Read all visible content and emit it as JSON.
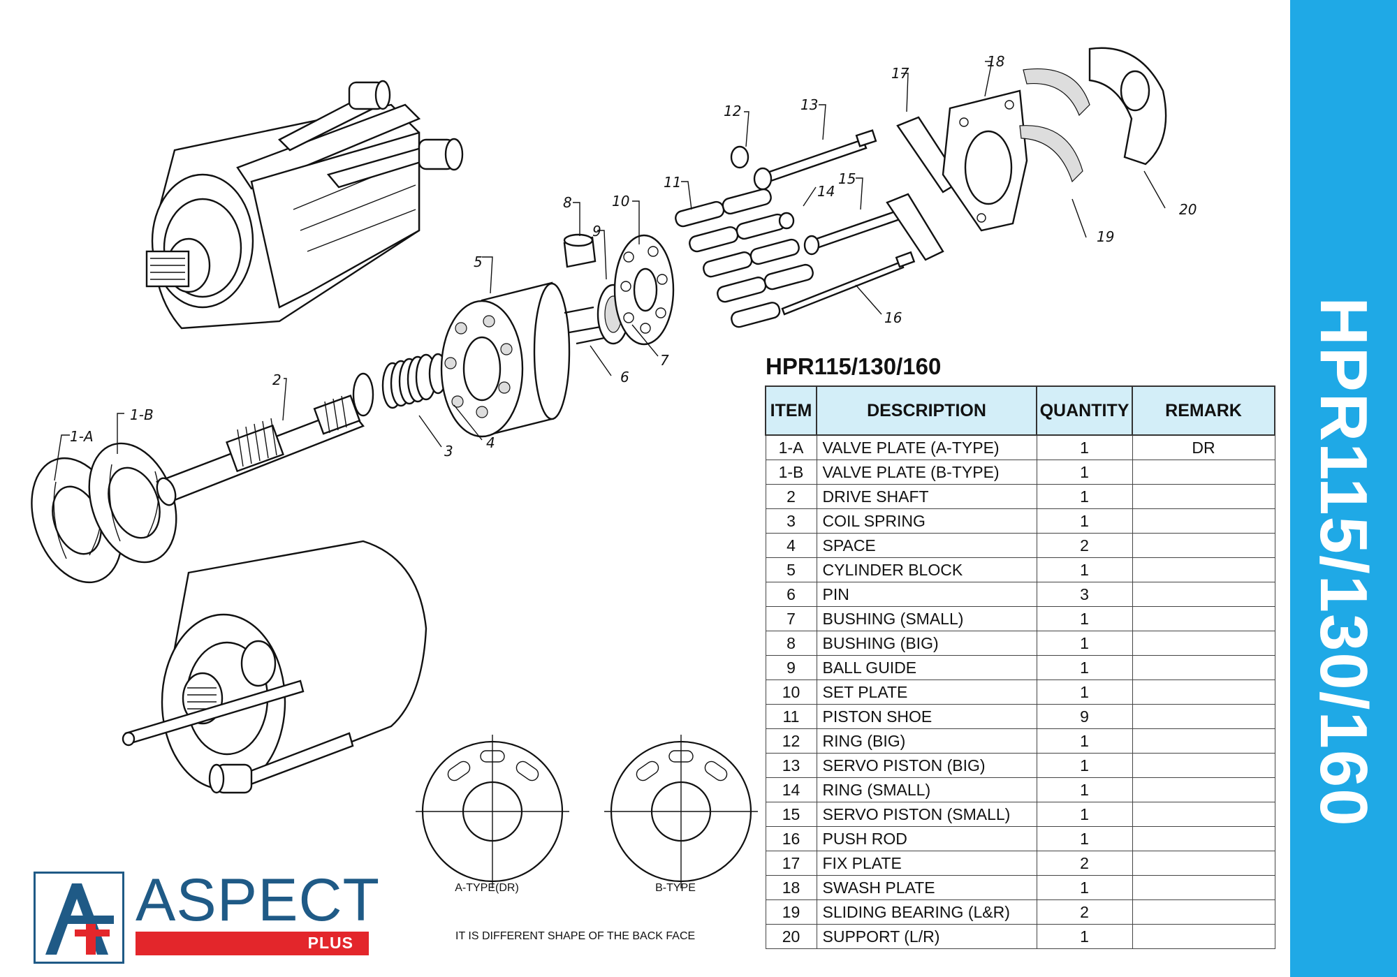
{
  "sidebar_title": "HPR115/130/160",
  "table": {
    "title": "HPR115/130/160",
    "headers": {
      "item": "ITEM",
      "description": "DESCRIPTION",
      "quantity": "QUANTITY",
      "remark": "REMARK"
    },
    "rows": [
      {
        "item": "1-A",
        "description": "VALVE PLATE (A-TYPE)",
        "quantity": "1",
        "remark": "DR"
      },
      {
        "item": "1-B",
        "description": "VALVE PLATE (B-TYPE)",
        "quantity": "1",
        "remark": ""
      },
      {
        "item": "2",
        "description": "DRIVE SHAFT",
        "quantity": "1",
        "remark": ""
      },
      {
        "item": "3",
        "description": "COIL SPRING",
        "quantity": "1",
        "remark": ""
      },
      {
        "item": "4",
        "description": "SPACE",
        "quantity": "2",
        "remark": ""
      },
      {
        "item": "5",
        "description": "CYLINDER BLOCK",
        "quantity": "1",
        "remark": ""
      },
      {
        "item": "6",
        "description": "PIN",
        "quantity": "3",
        "remark": ""
      },
      {
        "item": "7",
        "description": "BUSHING (SMALL)",
        "quantity": "1",
        "remark": ""
      },
      {
        "item": "8",
        "description": "BUSHING (BIG)",
        "quantity": "1",
        "remark": ""
      },
      {
        "item": "9",
        "description": "BALL GUIDE",
        "quantity": "1",
        "remark": ""
      },
      {
        "item": "10",
        "description": "SET PLATE",
        "quantity": "1",
        "remark": ""
      },
      {
        "item": "11",
        "description": "PISTON SHOE",
        "quantity": "9",
        "remark": ""
      },
      {
        "item": "12",
        "description": "RING (BIG)",
        "quantity": "1",
        "remark": ""
      },
      {
        "item": "13",
        "description": "SERVO PISTON (BIG)",
        "quantity": "1",
        "remark": ""
      },
      {
        "item": "14",
        "description": "RING (SMALL)",
        "quantity": "1",
        "remark": ""
      },
      {
        "item": "15",
        "description": "SERVO PISTON (SMALL)",
        "quantity": "1",
        "remark": ""
      },
      {
        "item": "16",
        "description": "PUSH ROD",
        "quantity": "1",
        "remark": ""
      },
      {
        "item": "17",
        "description": "FIX PLATE",
        "quantity": "2",
        "remark": ""
      },
      {
        "item": "18",
        "description": "SWASH PLATE",
        "quantity": "1",
        "remark": ""
      },
      {
        "item": "19",
        "description": "SLIDING BEARING (L&R)",
        "quantity": "2",
        "remark": ""
      },
      {
        "item": "20",
        "description": "SUPPORT (L/R)",
        "quantity": "1",
        "remark": ""
      }
    ]
  },
  "callouts": [
    "1-A",
    "1-B",
    "2",
    "3",
    "4",
    "5",
    "6",
    "7",
    "8",
    "9",
    "10",
    "11",
    "12",
    "13",
    "14",
    "15",
    "16",
    "17",
    "18",
    "19",
    "20"
  ],
  "plate_labels": {
    "a_type": "A-TYPE(DR)",
    "b_type": "B-TYPE"
  },
  "note": "IT IS DIFFERENT SHAPE OF THE BACK FACE",
  "logo": {
    "name": "ASPECT",
    "tagline": "PLUS"
  },
  "colors": {
    "sidebar": "#1fa9e6",
    "header_bg": "#d3eef8",
    "logo_blue": "#1f5a86",
    "logo_red": "#e3262b"
  }
}
